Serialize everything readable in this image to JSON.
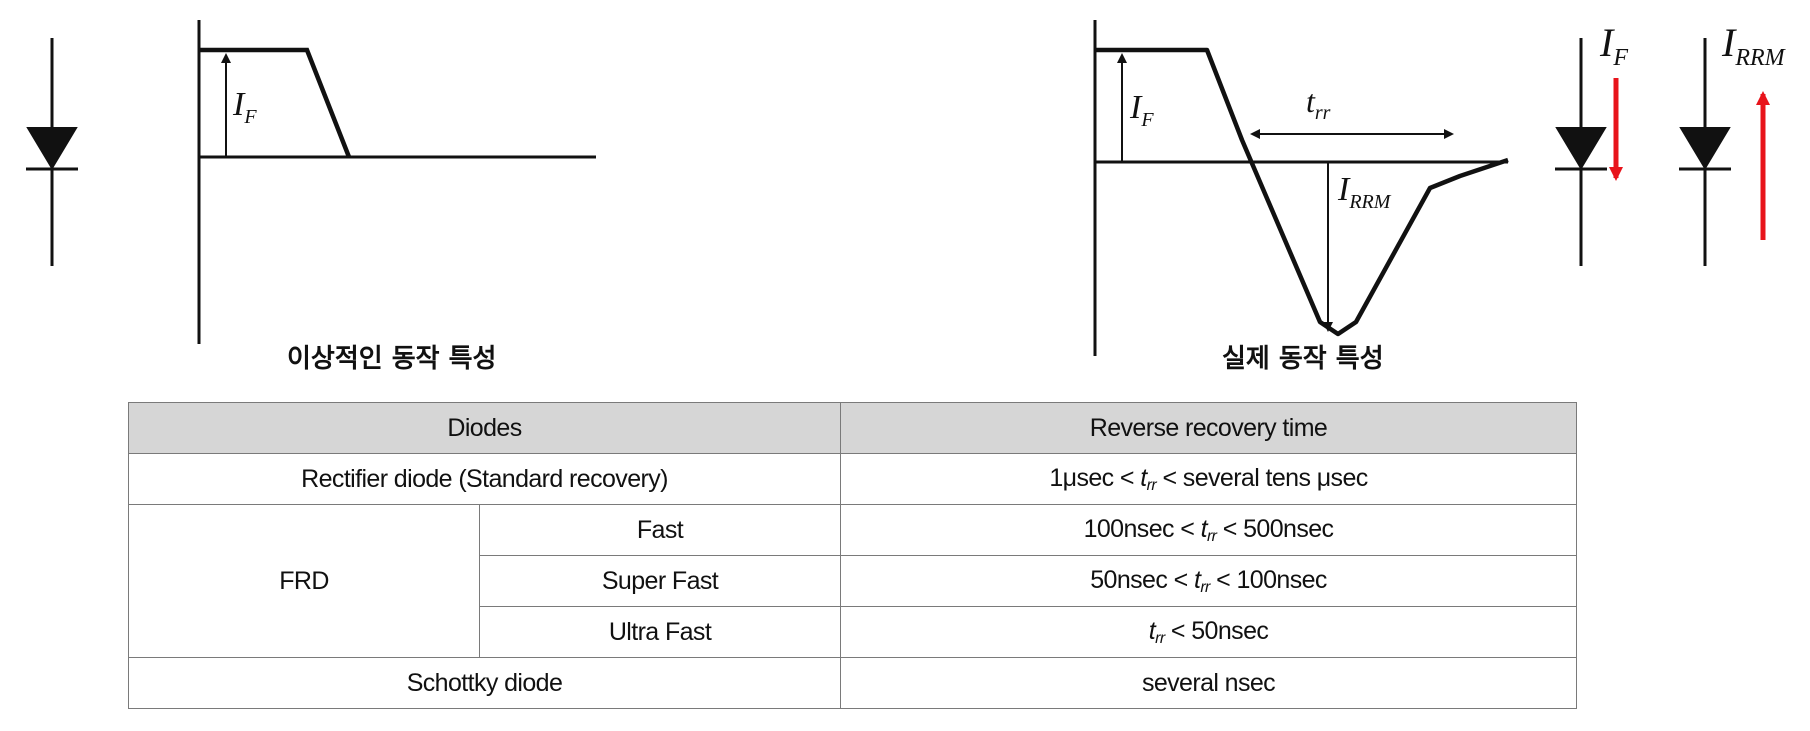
{
  "diagram": {
    "left": {
      "caption": "이상적인 동작 특성",
      "current_label": {
        "main": "I",
        "sub": "F"
      }
    },
    "right": {
      "caption": "실제 동작 특성",
      "current_label": {
        "main": "I",
        "sub": "F"
      },
      "trr_label": {
        "main": "t",
        "sub": "rr"
      },
      "irrm_label": {
        "main": "I",
        "sub": "RRM"
      }
    },
    "diode_forward_label": {
      "main": "I",
      "sub": "F"
    },
    "diode_reverse_label": {
      "main": "I",
      "sub": "RRM"
    },
    "colors": {
      "line": "#111111",
      "arrow_red": "#e8141b",
      "header_bg": "#d6d6d6",
      "border": "#7a7a7a"
    }
  },
  "table": {
    "headers": [
      "Diodes",
      "Reverse recovery time"
    ],
    "rows": {
      "rectifier": {
        "name": "Rectifier diode (Standard recovery)",
        "pre": "1μsec < ",
        "var": "t",
        "sub": "rr",
        "post": " < several tens μsec"
      },
      "frd_group": "FRD",
      "fast": {
        "name": "Fast",
        "pre": "100nsec < ",
        "var": "t",
        "sub": "rr",
        "post": " < 500nsec"
      },
      "super_fast": {
        "name": "Super Fast",
        "pre": "50nsec < ",
        "var": "t",
        "sub": "rr",
        "post": " < 100nsec"
      },
      "ultra_fast": {
        "name": "Ultra Fast",
        "pre": "",
        "var": "t",
        "sub": "rr",
        "post": " < 50nsec"
      },
      "schottky": {
        "name": "Schottky diode",
        "value": "several nsec"
      }
    }
  }
}
